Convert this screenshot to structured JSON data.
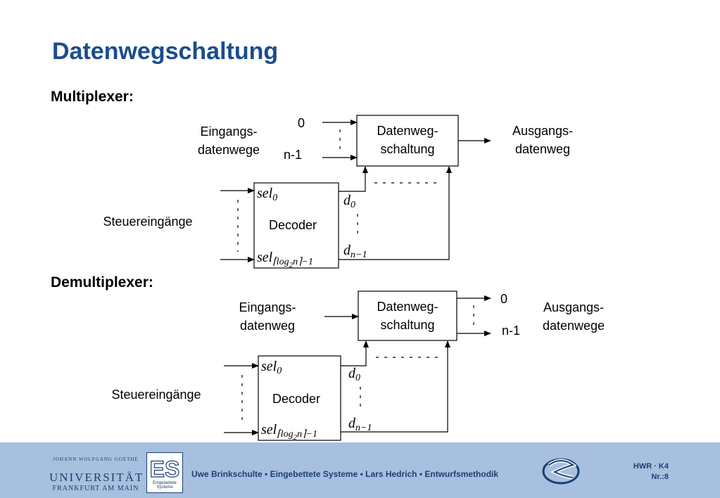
{
  "title": "Datenwegschaltung",
  "multiplexer": {
    "heading": "Multiplexer:",
    "input_label_1": "Eingangs-",
    "input_label_2": "datenwege",
    "in_first": "0",
    "in_last": "n-1",
    "block_1": "Datenweg-",
    "block_2": "schaltung",
    "output_label_1": "Ausgangs-",
    "output_label_2": "datenweg",
    "control_label": "Steuereingänge",
    "decoder": "Decoder",
    "sel_first": "sel",
    "sel_first_sub": "0",
    "sel_last": "sel",
    "sel_last_sub_1": "⌈log",
    "sel_last_sub_2": "2",
    "sel_last_sub_3": "n⌉−1",
    "d_first": "d",
    "d_first_sub": "0",
    "d_last": "d",
    "d_last_sub": "n−1"
  },
  "demultiplexer": {
    "heading": "Demultiplexer:",
    "input_label_1": "Eingangs-",
    "input_label_2": "datenweg",
    "out_first": "0",
    "out_last": "n-1",
    "block_1": "Datenweg-",
    "block_2": "schaltung",
    "output_label_1": "Ausgangs-",
    "output_label_2": "datenwege",
    "control_label": "Steuereingänge",
    "decoder": "Decoder",
    "sel_first": "sel",
    "sel_first_sub": "0",
    "sel_last": "sel",
    "sel_last_sub_1": "⌈log",
    "sel_last_sub_2": "2",
    "sel_last_sub_3": "n⌉−1",
    "d_first": "d",
    "d_first_sub": "0",
    "d_last": "d",
    "d_last_sub": "n−1"
  },
  "footer": {
    "uni_top": "JOHANN WOLFGANG GOETHE",
    "uni_mid": "UNIVERSITÄT",
    "uni_bot": "FRANKFURT AM MAIN",
    "es_text": "Eingebettete Systeme",
    "credit": "Uwe Brinkschulte • Eingebettete Systeme • Lars Hedrich • Entwurfsmethodik",
    "course": "HWR · K4",
    "page": "Nr.:8"
  },
  "colors": {
    "title": "#1b4d8c",
    "footer_band": "#a7c0df",
    "footer_text": "#1b3f72"
  }
}
